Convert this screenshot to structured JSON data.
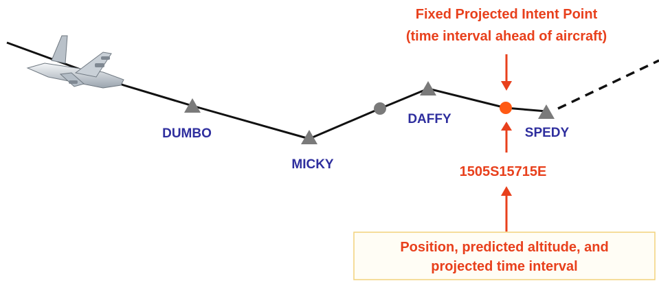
{
  "waypoints": [
    {
      "id": "dumbo",
      "label": "DUMBO"
    },
    {
      "id": "micky",
      "label": "MICKY"
    },
    {
      "id": "daffy",
      "label": "DAFFY"
    },
    {
      "id": "spedy",
      "label": "SPEDY"
    }
  ],
  "intent_point": {
    "title_line1": "Fixed Projected Intent Point",
    "title_line2": "(time interval ahead of aircraft)",
    "code": "1505S15715E"
  },
  "info_box": {
    "line1": "Position, predicted altitude, and",
    "line2": "projected time interval"
  },
  "colors": {
    "route": "#111111",
    "waypoint_marker": "#7a7a7a",
    "waypoint_label": "#2e2e9e",
    "intent_point": "#ff5a14",
    "annotation": "#e8401c",
    "box_border": "#f2d27a",
    "box_fill": "#fffdf5"
  },
  "icons": {
    "aircraft": "aircraft-icon",
    "waypoint": "triangle-waypoint-icon",
    "intermediate_point": "circle-point-icon",
    "intent_point": "orange-circle-icon"
  }
}
